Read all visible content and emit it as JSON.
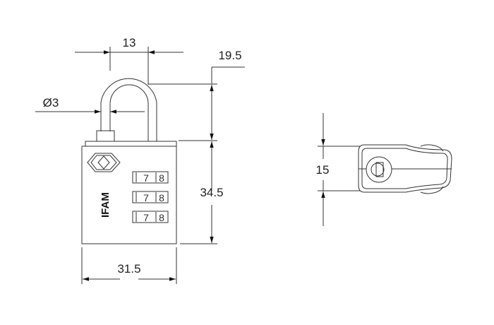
{
  "dimensions": {
    "shackle_width": "13",
    "shackle_height": "19.5",
    "shackle_diameter": "Ø3",
    "body_height": "34.5",
    "body_width": "31.5",
    "side_thickness": "15"
  },
  "brand": "IFAM",
  "dials": [
    {
      "left": "7",
      "right": "8"
    },
    {
      "left": "7",
      "right": "8"
    },
    {
      "left": "7",
      "right": "8"
    }
  ],
  "colors": {
    "line": "#333333"
  }
}
